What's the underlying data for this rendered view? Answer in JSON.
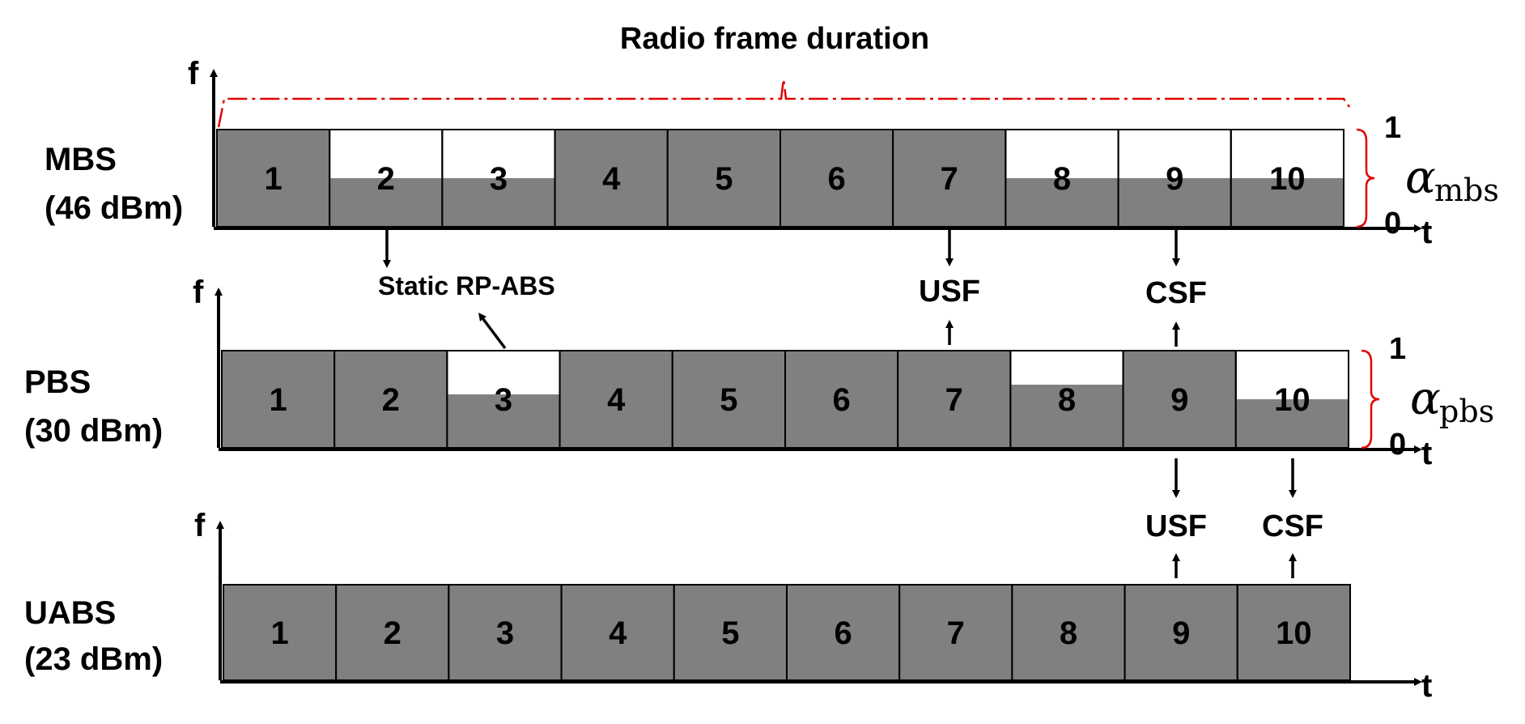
{
  "title": "Radio frame duration",
  "static_label": "Static RP-ABS",
  "axis": {
    "f": "f",
    "t": "t",
    "one": "1",
    "zero": "0"
  },
  "rows": [
    {
      "name": "MBS",
      "power": "(46 dBm)",
      "alpha_symbol": "α",
      "alpha_sub": "mbs",
      "subframes": [
        {
          "label": "1",
          "level": 1.0
        },
        {
          "label": "2",
          "level": 0.5
        },
        {
          "label": "3",
          "level": 0.5
        },
        {
          "label": "4",
          "level": 1.0
        },
        {
          "label": "5",
          "level": 1.0
        },
        {
          "label": "6",
          "level": 1.0
        },
        {
          "label": "7",
          "level": 1.0
        },
        {
          "label": "8",
          "level": 0.5
        },
        {
          "label": "9",
          "level": 0.5
        },
        {
          "label": "10",
          "level": 0.5
        }
      ]
    },
    {
      "name": "PBS",
      "power": "(30 dBm)",
      "alpha_symbol": "α",
      "alpha_sub": "pbs",
      "subframes": [
        {
          "label": "1",
          "level": 1.0
        },
        {
          "label": "2",
          "level": 1.0
        },
        {
          "label": "3",
          "level": 0.55
        },
        {
          "label": "4",
          "level": 1.0
        },
        {
          "label": "5",
          "level": 1.0
        },
        {
          "label": "6",
          "level": 1.0
        },
        {
          "label": "7",
          "level": 1.0
        },
        {
          "label": "8",
          "level": 0.65
        },
        {
          "label": "9",
          "level": 1.0
        },
        {
          "label": "10",
          "level": 0.5
        }
      ]
    },
    {
      "name": "UABS",
      "power": "(23 dBm)",
      "subframes": [
        {
          "label": "1",
          "level": 1.0
        },
        {
          "label": "2",
          "level": 1.0
        },
        {
          "label": "3",
          "level": 1.0
        },
        {
          "label": "4",
          "level": 1.0
        },
        {
          "label": "5",
          "level": 1.0
        },
        {
          "label": "6",
          "level": 1.0
        },
        {
          "label": "7",
          "level": 1.0
        },
        {
          "label": "8",
          "level": 1.0
        },
        {
          "label": "9",
          "level": 1.0
        },
        {
          "label": "10",
          "level": 1.0
        }
      ]
    }
  ],
  "annotations": {
    "mbs_usf": "USF",
    "mbs_csf": "CSF",
    "pbs_usf": "USF",
    "pbs_csf": "CSF"
  },
  "colors": {
    "fill": "#808080",
    "empty": "#ffffff",
    "frame_line": "#e00000",
    "stroke": "#000000"
  }
}
